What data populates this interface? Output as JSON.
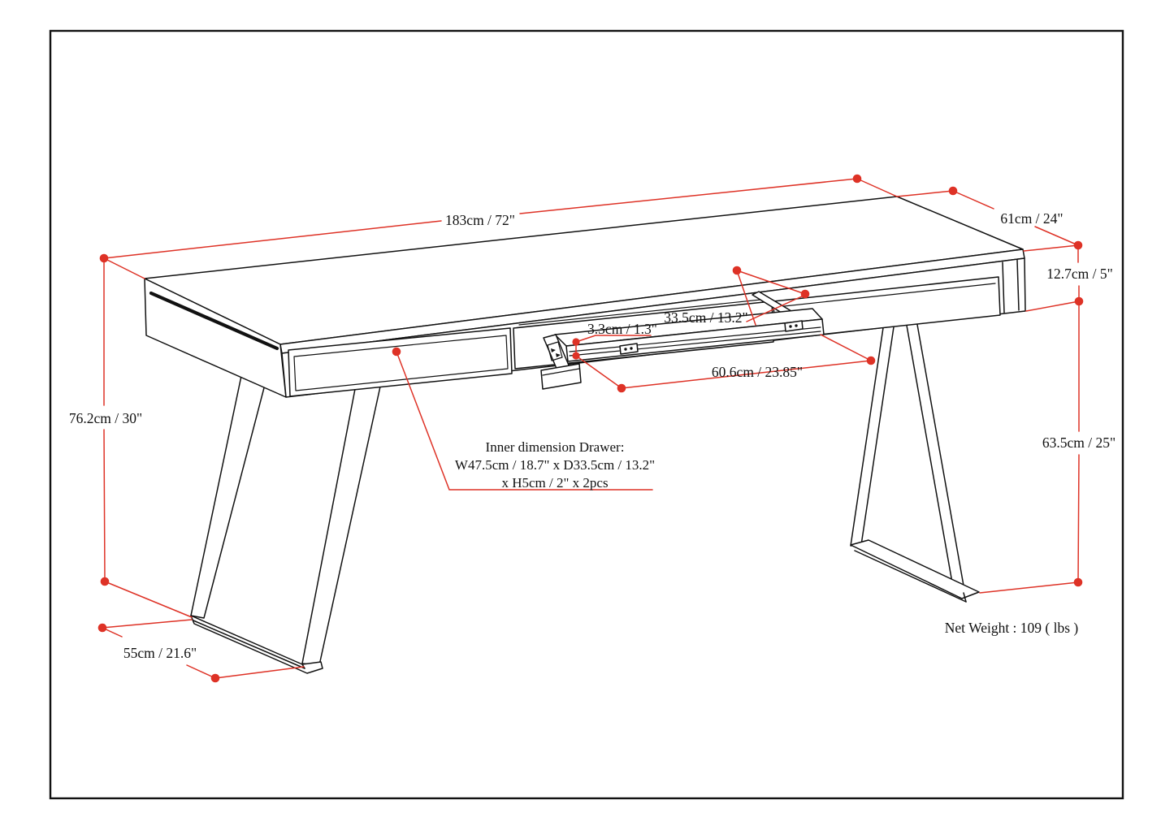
{
  "document": {
    "type": "furniture technical dimension drawing",
    "subject": "desk with two drawers, keyboard tray and angled trapezoid legs"
  },
  "colors": {
    "accent_red": "#de3226",
    "line_black": "#111111",
    "background": "#ffffff"
  },
  "labels": {
    "width": "183cm / 72\"",
    "depth": "61cm / 24\"",
    "thickness": "12.7cm / 5\"",
    "tray_depth": "33.5cm / 13.2\"",
    "tray_thickness": "3.3cm / 1.3\"",
    "tray_width": "60.6cm / 23.85\"",
    "height": "76.2cm / 30\"",
    "foot_depth": "55cm / 21.6\"",
    "leg_clearance": "63.5cm / 25\""
  },
  "drawer_note": {
    "line1": "Inner dimension Drawer:",
    "line2": "W47.5cm / 18.7\" x D33.5cm / 13.2\"",
    "line3": "x H5cm / 2\" x 2pcs"
  },
  "net_weight": "Net Weight : 109 ( lbs )"
}
